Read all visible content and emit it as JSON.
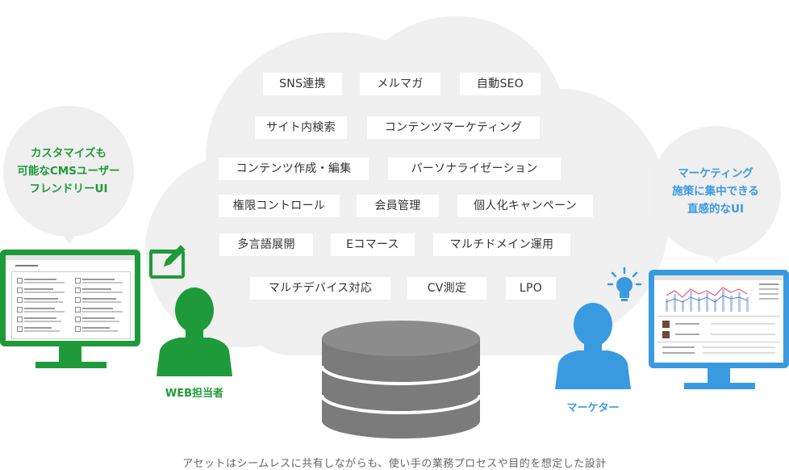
{
  "colors": {
    "green": "#1f9a3a",
    "blue": "#3a9ae0",
    "cloud": "#f0f0f0",
    "db": "#7b7b7b",
    "caption": "#666666"
  },
  "features": [
    "SNS連携",
    "メルマガ",
    "自動SEO",
    "サイト内検索",
    "コンテンツマーケティング",
    "コンテンツ作成・編集",
    "パーソナライゼーション",
    "権限コントロール",
    "会員管理",
    "個人化キャンペーン",
    "多言語展開",
    "Eコマース",
    "マルチドメイン運用",
    "マルチデバイス対応",
    "CV測定",
    "LPO"
  ],
  "left": {
    "bubble_lines": [
      "カスタマイズも",
      "可能なCMSユーザー",
      "フレンドリーUI"
    ],
    "person_label": "WEB担当者",
    "person_icon": "user-icon",
    "edit_icon": "edit-icon"
  },
  "right": {
    "bubble_lines": [
      "マーケティング",
      "施策に集中できる",
      "直感的なUI"
    ],
    "person_label": "マーケター",
    "person_icon": "user-icon",
    "idea_icon": "lightbulb-icon"
  },
  "caption": "アセットはシームレスに共有しながらも、使い手の業務プロセスや目的を想定した設計"
}
